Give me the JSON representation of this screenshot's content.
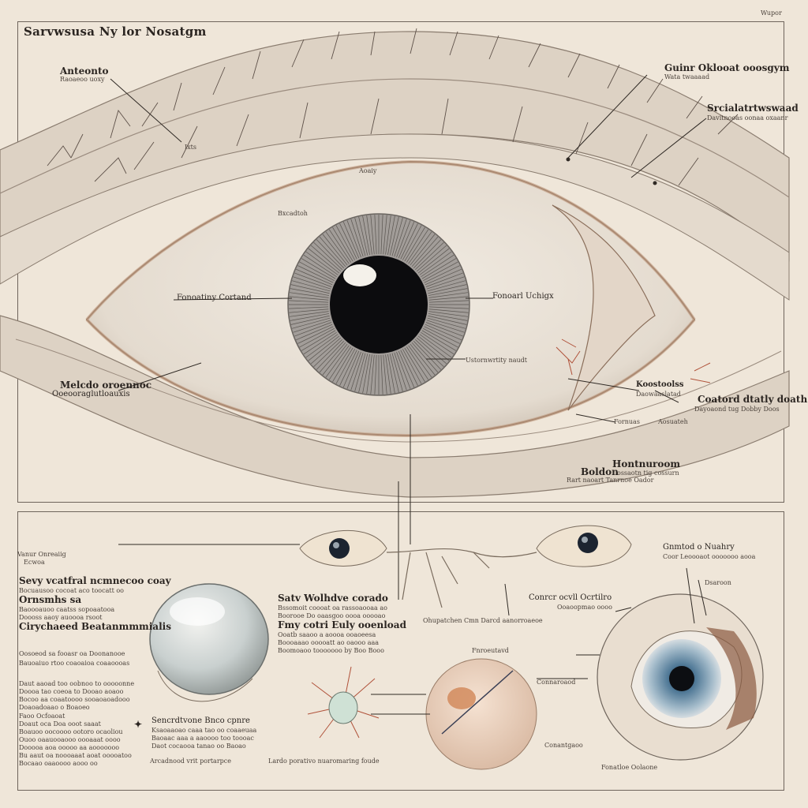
{
  "page": {
    "title": "Sarvwsusa Ny lor Nosatgm",
    "corner": "Wupor"
  },
  "labels": {
    "top_left": {
      "title": "Anteonto",
      "sub": "Raoaeoo uoxy"
    },
    "top_right": {
      "title": "Guinr Oklooat ooosgym",
      "sub": "Wata twaaaad"
    },
    "right_1": {
      "title": "Srcialatrtwswaad",
      "sub": "Davitnooas oonaa oxaanr"
    },
    "eye_small_1": "Ixts",
    "eye_small_2": "Bxcadtoh",
    "eye_small_3": "Aoaiy",
    "cornea": "Fonoatiny Cortand",
    "iris": "Fonoarl Uchigx",
    "lens": "Ustornwrtity naudt",
    "left_mid": {
      "title": "Melcdo oroennoc",
      "sub": "Ooeooraglutloauxis"
    },
    "right_mid_1": {
      "title": "Koostoolss",
      "sub": "Daowaaslatad"
    },
    "right_mid_2": {
      "title": "Coatord dtatly doath",
      "sub": "Dayoaond tug Dobby Doos"
    },
    "right_mid_3": "Fornuas",
    "right_mid_4": "Aosuateh",
    "right_lower": {
      "title": "Hontnuroom",
      "head": "Boldon",
      "sub1": "ossaotn tig cossurn",
      "sub2": "Rart naoart Tanrnoe Oador"
    },
    "lower_left_tag": {
      "title": "Vanur Onreaiig",
      "sub": "Ecwoa"
    },
    "lower_left_head": "Sevy vcatfral ncmnecoo coay",
    "lower_left_head_sub": "Bocuausoo cocoat aco toocatt oo",
    "lower_left_sub_title": "Ornsmhs sa",
    "lower_left_sub_lines": [
      "Baoooauoo caatss sopoaatooa",
      "Doooss aaoy auoooa rsoot"
    ],
    "lower_left_head_2": "Cirychaeed Beatanmmmialis",
    "lower_left_para_1": [
      "Oosoeod sa fooasr oa Doonanooe",
      "Bauoaiuo rtoo coaoaioa coaaoooas"
    ],
    "lower_left_para_2": [
      "Daut aaoad too oobnoo to ooooonne",
      "Doooa tao coeoa to Dooao aoaoo",
      "Bocoo aa coaatoooo sooaoaoadooo",
      "Doaoadoaao o Boaoeo"
    ],
    "lower_left_para_3": [
      "Faoo Ocfoaoat",
      "Doaut oca Doa ooot saaat",
      "Boauoo oocoooo ootoro ocaoliou",
      "Ouoo oaauooaooo oooaaat oooo",
      "Dooooa aoa ooooo aa aooooooo",
      "Bu aaut oa noooaaat aoat ooooatoo",
      "Bocaao oaaoooo aooo oo"
    ],
    "center_head": "Satv Wolhdve corado",
    "center_sub": [
      "Bssomoit coooat oa rassoaooaa ao",
      "Boorooe Do oaasgoo oooa ooooao"
    ],
    "center_head_2": "Fmy cotri Euly ooenload",
    "center_para": [
      "Ooatb saaoo a aoooa ooaoeesa",
      "Boooaaao ooooatt ao oaooo aaa",
      "Boomoaoo tooooooo by Boo Booo"
    ],
    "center_caption": "Ohupatchen Cmn Darcd aanorroaeoe",
    "center_right": {
      "title": "Conrcr ocvll Ocrtilro",
      "sub": "Ooaoopmao oooo"
    },
    "lower_center_1": "Fnroeutavd",
    "lower_center_2": "Sencrdtvone Bnco cpnre",
    "lower_center_2_sub": [
      "Ksaoaaoao caaa tao oo coaaeuaa",
      "Baoaac aaa a aaoooo too toooac",
      "Daot cocaooa tanao oo Baoao"
    ],
    "lower_center_3": "Arcadnood vrit portarpce",
    "lower_center_4": "Lardo porativo nuaromaring foude",
    "lower_center_5": "Connaroaod",
    "lower_center_6": "Conantgaoo",
    "lower_right": {
      "title": "Gnmtod o Nuahry",
      "sub": "Coor Leoooaot ooooooo aooa"
    },
    "lower_right_2": "Dsaroon",
    "lower_right_3": "Fonatloe Oolaone",
    "star_glyph": "✦"
  },
  "colors": {
    "background": "#efe6d9",
    "skin": "#ddd2c4",
    "skin_dark": "#b8a898",
    "sclera": "#ede6dc",
    "iris_gray": "#8f8a86",
    "pupil": "#0c0c0e",
    "iris_blue": "#4f7896",
    "nerve_red": "#b0523a",
    "ink": "#2f2924"
  }
}
